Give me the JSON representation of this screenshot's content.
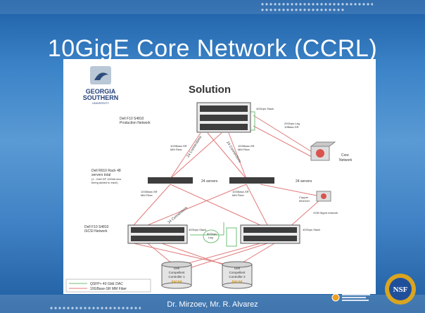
{
  "slide": {
    "title": "10GigE Core Network (CCRL)",
    "footer": "Dr. Mirzoev, Mr. R. Alvarez"
  },
  "diagram": {
    "heading": "Solution",
    "university_logo_lines": [
      "GEORGIA",
      "SOUTHERN",
      "UNIVERSITY"
    ],
    "production_switch_label": [
      "Dell F10 S4810",
      "Production Network"
    ],
    "servers_label": [
      "Dell R610 Rack 48",
      "servers total",
      "(1 - Intel DF 10Gbit nics",
      "being added to each)"
    ],
    "iscsi_switch_label": [
      "Dell F10 S4810",
      "iSCSI Network"
    ],
    "core_label": [
      "Core",
      "Network"
    ],
    "oob_label": "OOB Mgmt network",
    "servers_left": "24 servers",
    "servers_right": "24 servers",
    "stack_top": "40Gbps Stack",
    "lag_top": [
      "20Gbps Lag",
      "10Base-SR"
    ],
    "stack_bottom_left": "40Gbps Stack",
    "lag_mid": [
      "80Gbps",
      "Lag"
    ],
    "stack_bottom_right": "40Gbps Stack",
    "fiber_a": [
      "10GBase-SR",
      "MM Fiber"
    ],
    "fiber_b": [
      "10GBase-SR",
      "MM Fiber"
    ],
    "fiber_c": [
      "10GBase-SR",
      "MM Fiber"
    ],
    "fiber_d": [
      "10GBase-SR",
      "MM Fiber"
    ],
    "copper": [
      "Copper",
      "ethernet"
    ],
    "conn_24": "24 Connections",
    "controller1": [
      "Dell",
      "Compellent",
      "Controller 1",
      "(iSCSI)"
    ],
    "controller2": [
      "Dell",
      "Compellent",
      "Controller 2",
      "(iSCSI)"
    ],
    "legend": [
      {
        "label": "QSFP+ 40 GbE DAC",
        "color": "#6fbf7a"
      },
      {
        "label": "10GBase-SR MM Fiber",
        "color": "#e07a7a"
      }
    ]
  },
  "colors": {
    "green_link": "#6fbf7a",
    "red_link": "#e07a7a",
    "iscsi_text": "#d08a00"
  },
  "logos": {
    "nsf": "NSF"
  }
}
